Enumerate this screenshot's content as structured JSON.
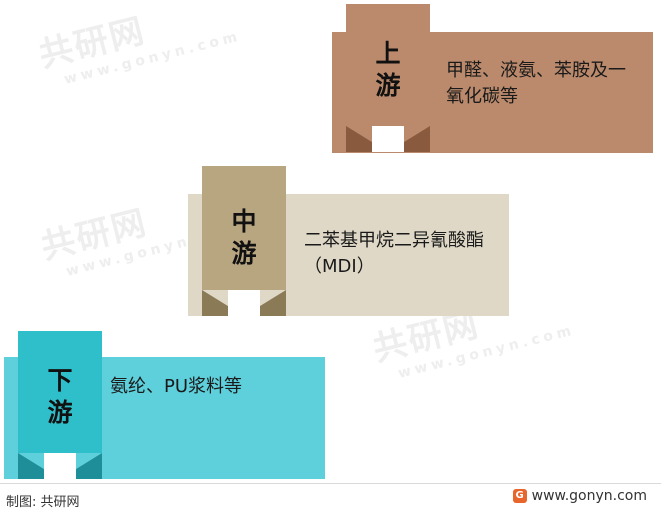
{
  "stages": [
    {
      "tab_label": "上\n游",
      "text": "甲醛、液氨、苯胺及一氧化碳等",
      "colors": {
        "panel": "#bb8a6c",
        "tab": "#bb8a6c",
        "notch": "#8a5a3e"
      }
    },
    {
      "tab_label": "中\n游",
      "text": "二苯基甲烷二异氰酸酯（MDI）",
      "colors": {
        "panel": "#dfd8c6",
        "tab": "#b8a680",
        "notch": "#8a7a56"
      }
    },
    {
      "tab_label": "下\n游",
      "text": "氨纶、PU浆料等",
      "colors": {
        "panel": "#5dd0dc",
        "tab": "#2fbfcb",
        "notch": "#1e8f99"
      }
    }
  ],
  "watermark": {
    "main": "共研网",
    "sub": "www.gonyn.com"
  },
  "footer": {
    "source_label": "制图: 共研网",
    "site_url": "www.gonyn.com",
    "logo_glyph": "G"
  }
}
